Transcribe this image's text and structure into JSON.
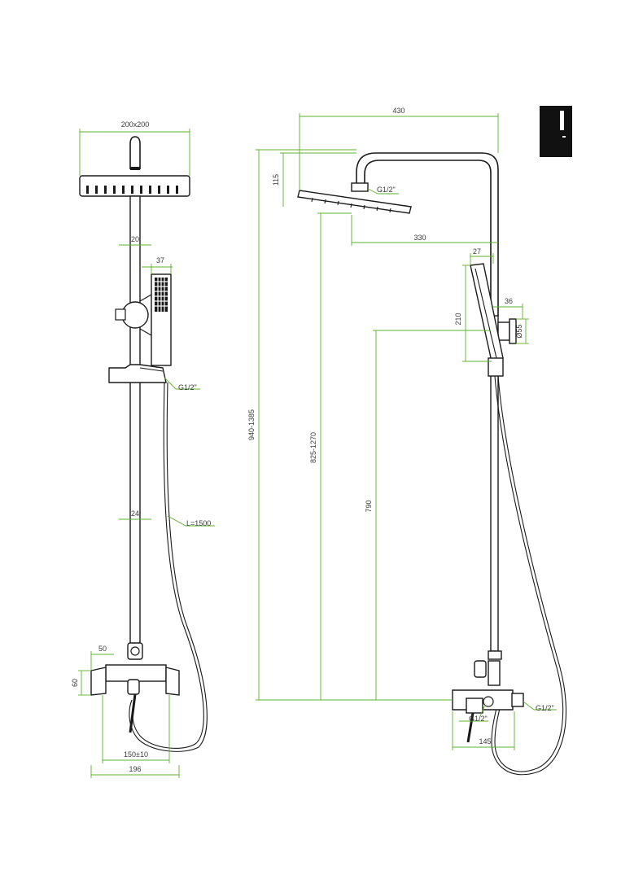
{
  "dimensions": {
    "head_size": "200x200",
    "pipe_dia": "20",
    "hand_width": "37",
    "thread_mid": "G1/2\"",
    "pipe_dia2": "24",
    "hose_len": "L=1500",
    "spout_w": "50",
    "body_h": "60",
    "centers": "150±10",
    "total_w": "196",
    "arm_len": "430",
    "head_h": "115",
    "thread_head": "G1/2\"",
    "reach": "330",
    "holder_w": "27",
    "holder_d": "36",
    "hand_len": "210",
    "knob_dia": "Ø55",
    "total_h": "940-1385",
    "adj_h": "825-1270",
    "holder_h": "790",
    "thread_body": "G1/2\"",
    "thread_out": "G1/2\"",
    "body_w": "145"
  }
}
